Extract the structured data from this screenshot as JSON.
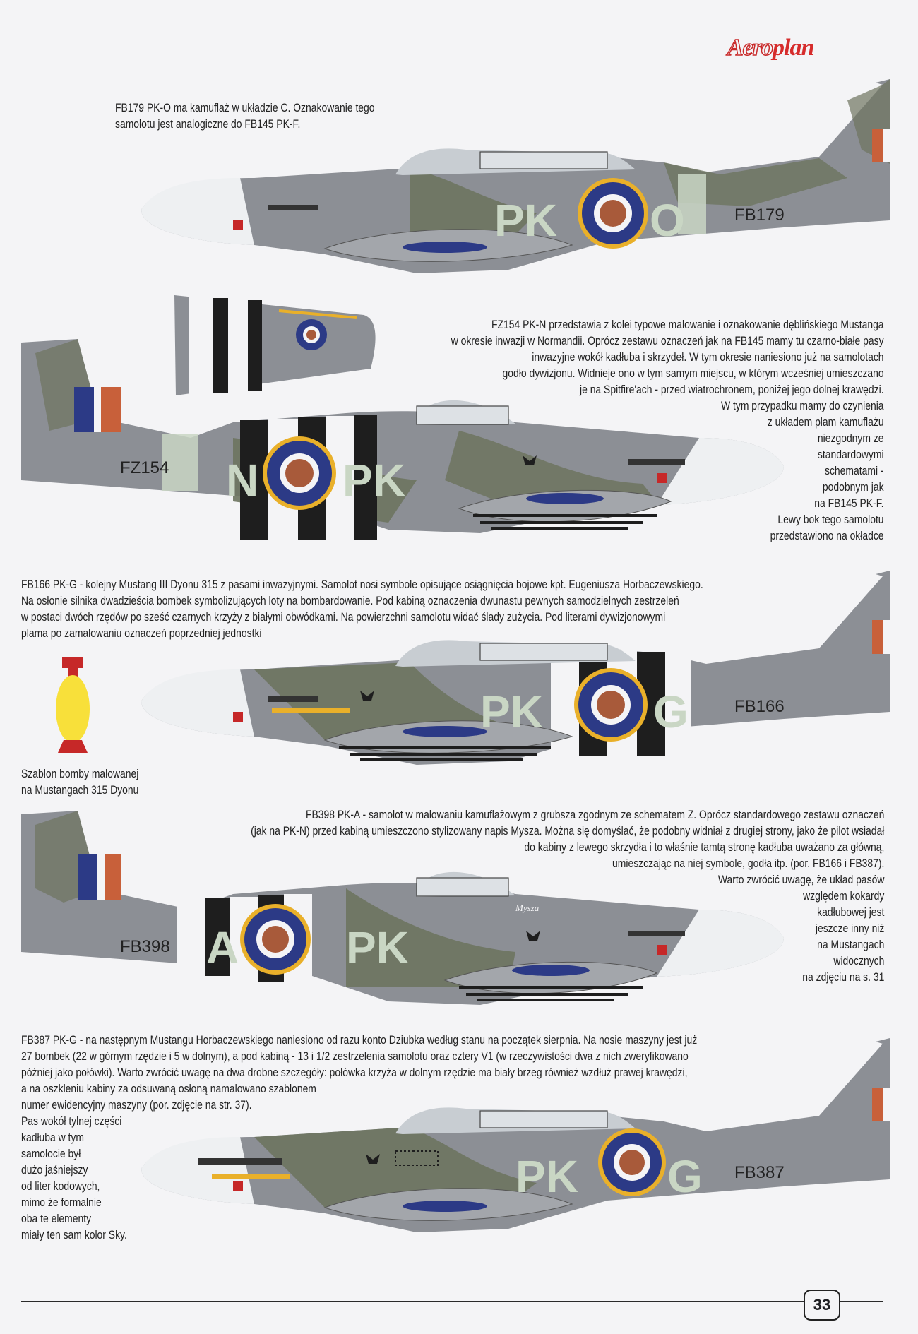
{
  "brand": {
    "prefix": "Aero",
    "suffix": "plan"
  },
  "page_number": "33",
  "captions": {
    "fb179": [
      "FB179 PK-O ma kamuflaż w układzie C. Oznakowanie tego",
      "samolotu jest analogiczne do FB145 PK-F."
    ],
    "fz154": [
      "FZ154 PK-N przedstawia z kolei typowe malowanie i oznakowanie dęblińskiego Mustanga",
      "w okresie inwazji w Normandii. Oprócz zestawu oznaczeń jak na FB145 mamy tu czarno-białe pasy",
      "inwazyjne wokół kadłuba i skrzydeł. W tym okresie naniesiono już na samolotach",
      "godło dywizjonu. Widnieje ono w tym samym miejscu, w którym wcześniej umieszczano",
      "je na Spitfire'ach - przed wiatrochronem, poniżej jego dolnej krawędzi.",
      "W tym przypadku mamy do czynienia",
      "z układem plam kamuflażu",
      "niezgodnym ze",
      "standardowymi",
      "schematami -",
      "podobnym jak",
      "na FB145 PK-F.",
      "Lewy bok tego samolotu",
      "przedstawiono na okładce"
    ],
    "fb166": [
      "FB166 PK-G - kolejny Mustang III Dyonu 315 z pasami inwazyjnymi. Samolot nosi symbole opisujące osiągnięcia bojowe kpt. Eugeniusza Horbaczewskiego.",
      "Na osłonie silnika dwadzieścia bombek symbolizujących loty na bombardowanie. Pod kabiną oznaczenia dwunastu pewnych samodzielnych zestrzeleń",
      "w postaci dwóch rzędów po sześć czarnych krzyży z białymi obwódkami. Na powierzchni samolotu widać ślady zużycia. Pod literami dywizjonowymi",
      "plama po zamalowaniu oznaczeń poprzedniej jednostki"
    ],
    "bomb": [
      "Szablon bomby malowanej",
      "na Mustangach 315 Dyonu"
    ],
    "fb398": [
      "FB398 PK-A - samolot w malowaniu kamuflażowym z grubsza zgodnym ze schematem Z. Oprócz standardowego zestawu oznaczeń",
      "(jak na PK-N) przed kabiną umieszczono stylizowany napis Mysza. Można się domyślać, że podobny widniał z drugiej strony, jako że pilot wsiadał",
      "do kabiny z lewego skrzydła i to właśnie tamtą stronę kadłuba uważano za główną,",
      "umieszczając na niej symbole, godła itp. (por. FB166 i FB387).",
      "Warto zwrócić uwagę, że układ pasów",
      "względem kokardy",
      "kadłubowej jest",
      "jeszcze inny niż",
      "na Mustangach",
      "widocznych",
      "na zdjęciu na s. 31"
    ],
    "fb387": [
      "FB387 PK-G - na następnym Mustangu Horbaczewskiego naniesiono od razu konto Dziubka według stanu na początek sierpnia. Na nosie maszyny jest już",
      "27 bombek (22 w górnym rzędzie i 5 w dolnym), a pod kabiną - 13 i 1/2 zestrzelenia samolotu oraz cztery V1 (w rzeczywistości dwa z nich zweryfikowano",
      "później jako połówki). Warto zwrócić uwagę na dwa drobne szczegóły: połówka krzyża w dolnym rzędzie ma biały brzeg również wzdłuż prawej krawędzi,",
      "a na oszkleniu kabiny za odsuwaną osłoną namalowano szablonem",
      "numer ewidencyjny maszyny (por. zdjęcie na str. 37).",
      "Pas wokół tylnej części",
      "kadłuba w tym",
      "samolocie był",
      "dużo jaśniejszy",
      "od liter kodowych,",
      "mimo że formalnie",
      "oba te elementy",
      "miały ten sam kolor Sky."
    ]
  },
  "aircraft": {
    "fb179": {
      "code_left": "PK",
      "code_right": "O",
      "serial": "FB179"
    },
    "fz154": {
      "code_left": "PK",
      "code_right": "N",
      "serial": "FZ154"
    },
    "fb166": {
      "code_left": "PK",
      "code_right": "G",
      "serial": "FB166"
    },
    "fb398": {
      "code_left": "PK",
      "code_right": "A",
      "serial": "FB398",
      "name": "Mysza"
    },
    "fb387": {
      "code_left": "PK",
      "code_right": "G",
      "serial": "FB387"
    }
  },
  "colors": {
    "page": "#f4f4f6",
    "ocean_grey": "#8c8f95",
    "dark_green": "#6d745f",
    "sky": "#c9d6c4",
    "roundel_blue": "#2c3a86",
    "roundel_red": "#a85a3a",
    "roundel_yellow": "#e9b02a",
    "fin_red": "#c8603a",
    "brand_red": "#d62c2c"
  }
}
